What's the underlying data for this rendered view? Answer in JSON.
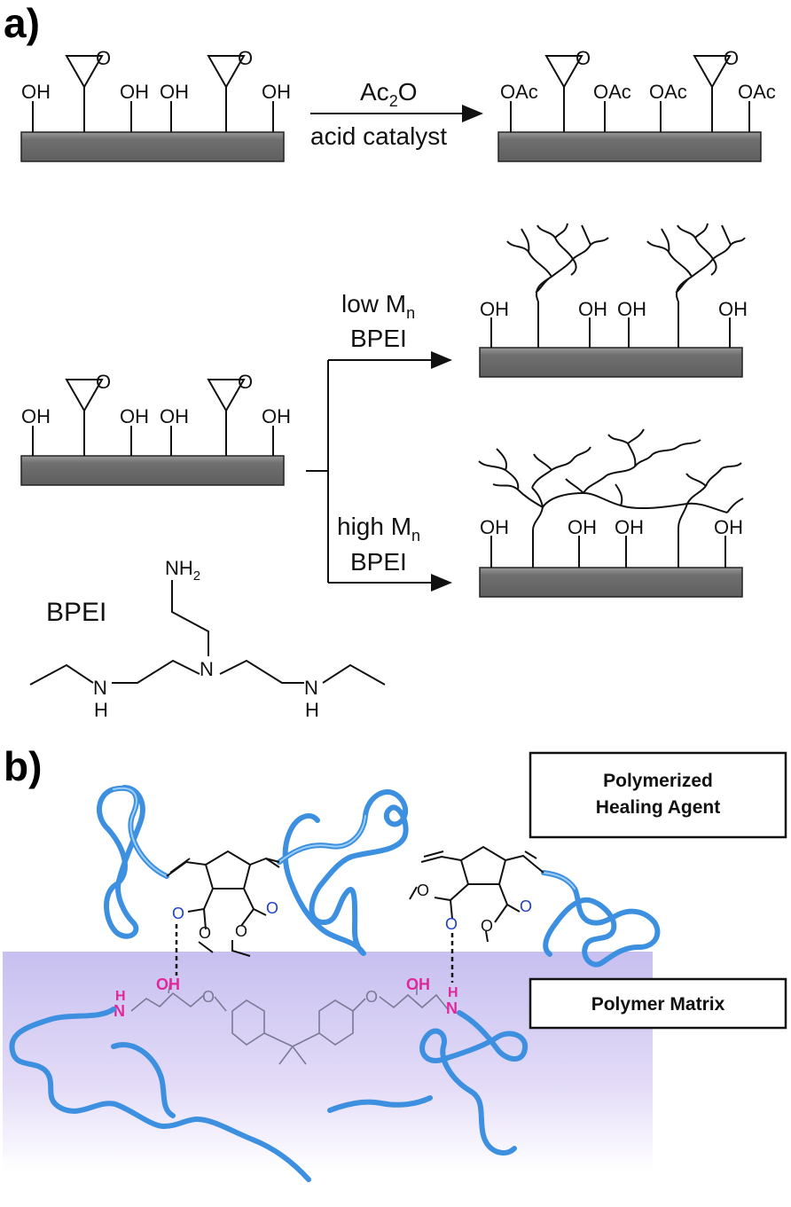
{
  "panel_a": {
    "label": "a)",
    "reaction1": {
      "reagent": "Ac",
      "reagent_sub": "2",
      "reagent_tail": "O",
      "catalyst": "acid catalyst"
    },
    "substituents": {
      "oh": "OH",
      "oac": "OAc",
      "epoxide_o": "O"
    },
    "branch_low": {
      "line1_main": "low M",
      "line1_sub": "n",
      "line2": "BPEI"
    },
    "branch_high": {
      "line1_main": "high M",
      "line1_sub": "n",
      "line2": "BPEI"
    },
    "bpei": {
      "name": "BPEI",
      "nh2_main": "NH",
      "nh2_sub": "2",
      "n": "N",
      "nh_n": "N",
      "nh_h": "H"
    }
  },
  "panel_b": {
    "label": "b)",
    "box_healing": {
      "line1": "Polymerized",
      "line2": "Healing Agent"
    },
    "box_matrix": "Polymer Matrix",
    "atoms": {
      "o": "O",
      "oh": "OH",
      "h": "H",
      "n": "N"
    }
  },
  "colors": {
    "substrate": "#6f6f6f",
    "chain": "#3d8fe0",
    "matrix_top": "#c9c3f0",
    "highlight": "#e0289b"
  }
}
